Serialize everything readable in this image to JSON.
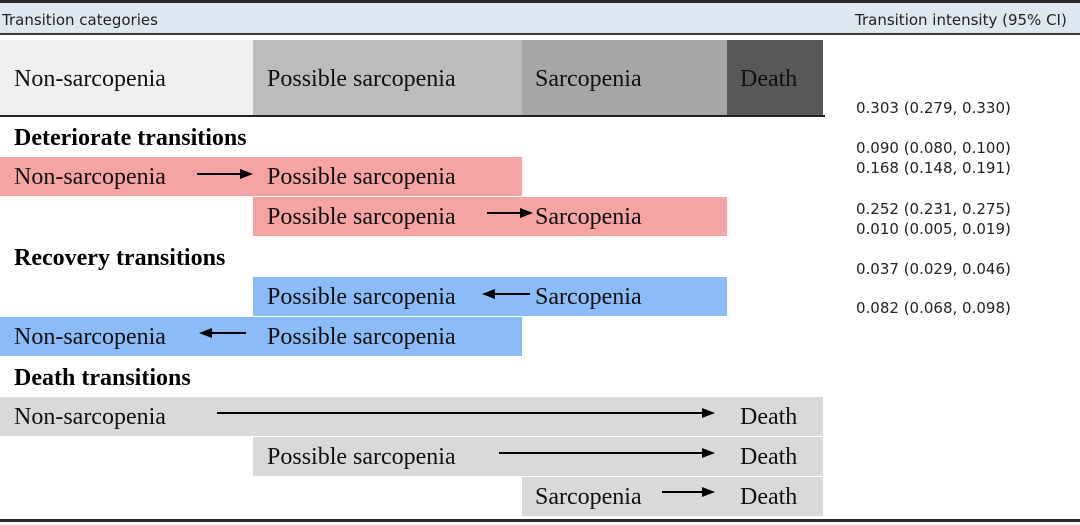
{
  "header": {
    "left": "Transition categories",
    "right": "Transition intensity (95% CI)"
  },
  "states": [
    "Non-sarcopenia",
    "Possible sarcopenia",
    "Sarcopenia",
    "Death"
  ],
  "colors": {
    "deteriorate": "#f5a3a3",
    "recovery": "#8cbcf8",
    "death": "#d9d9d9",
    "non_sarcopenia": "#f0f0f0",
    "possible_sarcopenia": "#bcbcbc",
    "sarcopenia": "#a6a6a6",
    "death_state": "#585858"
  },
  "sections": {
    "deteriorate": "Deteriorate transitions",
    "recovery": "Recovery transitions",
    "death": "Death transitions"
  },
  "rows": {
    "d1": {
      "from": "Non-sarcopenia",
      "to": "Possible sarcopenia"
    },
    "d2": {
      "from": "Possible sarcopenia",
      "to": "Sarcopenia"
    },
    "r1": {
      "to": "Possible sarcopenia",
      "from": "Sarcopenia"
    },
    "r2": {
      "to": "Non-sarcopenia",
      "from": "Possible sarcopenia"
    },
    "x1": {
      "from": "Non-sarcopenia",
      "to": "Death"
    },
    "x2": {
      "from": "Possible sarcopenia",
      "to": "Death"
    },
    "x3": {
      "from": "Sarcopenia",
      "to": "Death"
    }
  },
  "intensities": [
    "0.303 (0.279, 0.330)",
    "0.090 (0.080, 0.100)",
    "0.168 (0.148, 0.191)",
    "0.252 (0.231, 0.275)",
    "0.010 (0.005, 0.019)",
    "0.037 (0.029, 0.046)",
    "0.082 (0.068, 0.098)"
  ]
}
